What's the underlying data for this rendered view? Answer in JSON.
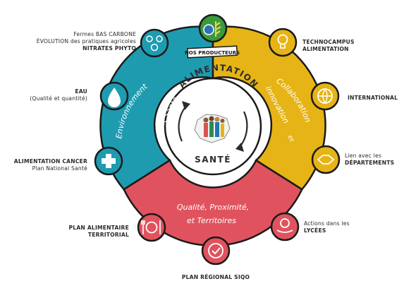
{
  "colors": {
    "env": "#1f9bb0",
    "collab": "#e6b416",
    "quality": "#e0535e",
    "producers": "#3a9a3a",
    "ink": "#2b2b2b"
  },
  "center": {
    "top": "ALIMENTATION",
    "bottom": "SANTÉ"
  },
  "banner": "NOS PRODUCTEURS",
  "segments": {
    "env": {
      "line1": "Environnement",
      "line2": "et Santé"
    },
    "collab": {
      "line1": "Collaboration",
      "line2": "innovation",
      "line3": "et"
    },
    "quality": {
      "line1": "Qualité, Proximité,",
      "line2": "et Territoires"
    }
  },
  "labels": {
    "carbone": {
      "l1": "Fermes BAS CARBONE",
      "l2": "ÉVOLUTION des pratiques agricoles",
      "l3": "NITRATES PHYTO"
    },
    "eau": {
      "l1": "EAU",
      "l2": "(Qualité et quantité)"
    },
    "cancer": {
      "l1": "ALIMENTATION CANCER",
      "l2": "Plan National Santé"
    },
    "pat": {
      "l1": "PLAN ALIMENTAIRE",
      "l2": "TERRITORIAL"
    },
    "siqo": {
      "l1": "PLAN RÉGIONAL SIQO"
    },
    "lycees": {
      "l1": "Actions dans les",
      "l2": "LYCÉES"
    },
    "departements": {
      "l1": "Lien avec les",
      "l2": "DÉPARTEMENTS"
    },
    "international": {
      "l1": "INTERNATIONAL"
    },
    "technocampus": {
      "l1": "TECHNOCAMPUS",
      "l2": "ALIMENTATION"
    }
  },
  "icons": [
    "farm-icon",
    "water-drop-icon",
    "health-cross-icon",
    "fork-plate-knife-icon",
    "quality-seal-icon",
    "hand-apple-icon",
    "handshake-icon",
    "globe-icon",
    "lightbulb-icon",
    "producers-globe-icon",
    "people-icon"
  ]
}
